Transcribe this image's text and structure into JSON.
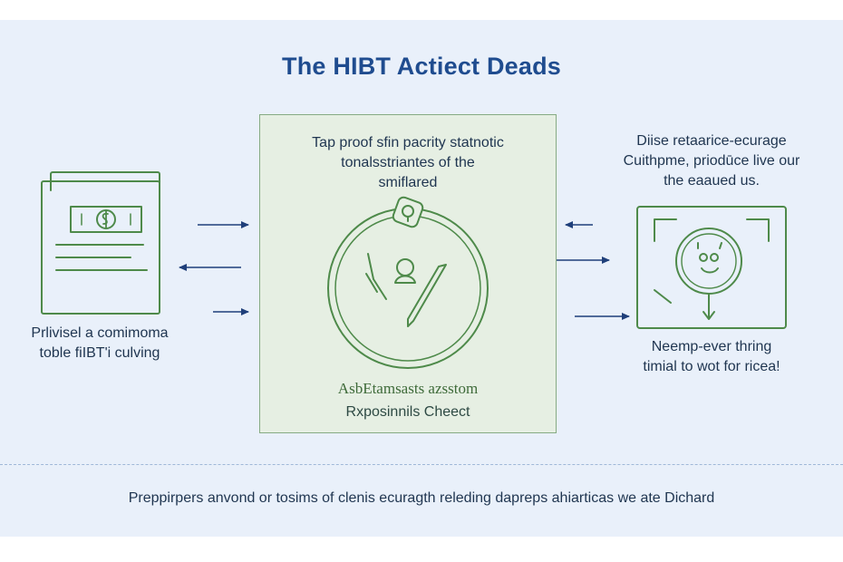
{
  "title": "The HIBT Actiect Deads",
  "left": {
    "caption_lines": [
      "Prlivisel a comimoma",
      "toble fiIBT'i culving"
    ],
    "icon": "document-dollar-icon"
  },
  "center": {
    "header_lines": [
      "Tap proof sfin pacrity statnotic",
      "tonalsstriantes of the",
      "smiflared"
    ],
    "footer_lines": [
      "AsbEtamsasts azsstom",
      "Rxposinnils Cheect"
    ],
    "icon": "ring-tools-icon"
  },
  "right": {
    "header_lines": [
      "Diise retaarice-ecurage",
      "Cuithpme, priodūce live our",
      "the eaaued us."
    ],
    "caption_lines": [
      "Neemp-ever thring",
      "timial to wot for ricea!"
    ],
    "icon": "screen-face-icon"
  },
  "footer": "Preppirpers anvond or tosims of clenis ecuragth releding dapreps ahiarticas we ate Dichard",
  "colors": {
    "title": "#1f4c8f",
    "line_art": "#4e8a4a",
    "arrows": "#1f3f7a",
    "panel_bg": "#e6efe3",
    "canvas_bg": "#e9f0fa"
  }
}
